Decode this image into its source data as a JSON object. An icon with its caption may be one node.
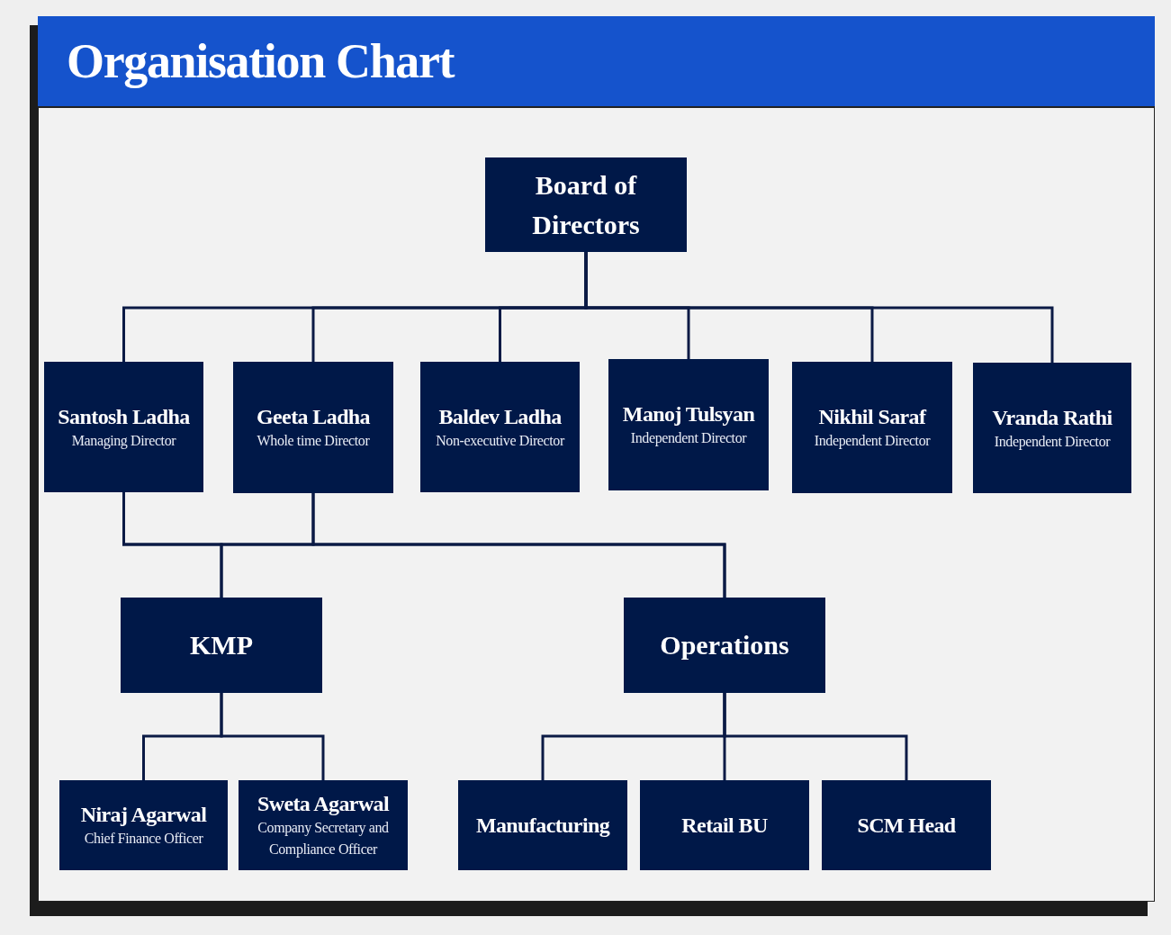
{
  "diagram": {
    "title": "Organisation Chart",
    "nodes": [
      {
        "text": [
          "Board of Directors"
        ]
      },
      {
        "text": [
          "Santosh Ladha",
          "Managing Director"
        ]
      },
      {
        "text": [
          "Geeta Ladha",
          "Whole time Director"
        ]
      },
      {
        "text": [
          "Baldev Ladha",
          "Non-executive Director"
        ]
      },
      {
        "text": [
          "Manoj Tulsyan",
          "Independent Director"
        ]
      },
      {
        "text": [
          "Nikhil Saraf",
          "Independent Director"
        ]
      },
      {
        "text": [
          "Vranda Rathi",
          "Independent Director"
        ]
      },
      {
        "text": [
          "KMP"
        ]
      },
      {
        "text": [
          "Operations"
        ]
      },
      {
        "text": [
          "Niraj Agarwal",
          "Chief Finance Officer"
        ]
      },
      {
        "text": [
          "Sweta Agarwal",
          "Company Secretary and Compliance Officer"
        ]
      },
      {
        "text": [
          "Manufacturing"
        ]
      },
      {
        "text": [
          "Retail BU"
        ]
      },
      {
        "text": [
          "SCM Head"
        ]
      }
    ],
    "edges": [
      {
        "from": 0,
        "to": 1,
        "arrow": "none"
      },
      {
        "from": 0,
        "to": 2,
        "arrow": "none"
      },
      {
        "from": 0,
        "to": 3,
        "arrow": "none"
      },
      {
        "from": 0,
        "to": 4,
        "arrow": "none"
      },
      {
        "from": 0,
        "to": 5,
        "arrow": "none"
      },
      {
        "from": 0,
        "to": 6,
        "arrow": "none"
      },
      {
        "from": 1,
        "to": 7,
        "arrow": "none"
      },
      {
        "from": 1,
        "to": 8,
        "arrow": "none"
      },
      {
        "from": 2,
        "to": 7,
        "arrow": "none"
      },
      {
        "from": 2,
        "to": 8,
        "arrow": "none"
      },
      {
        "from": 7,
        "to": 9,
        "arrow": "none"
      },
      {
        "from": 7,
        "to": 10,
        "arrow": "none"
      },
      {
        "from": 8,
        "to": 11,
        "arrow": "none"
      },
      {
        "from": 8,
        "to": 12,
        "arrow": "none"
      },
      {
        "from": 8,
        "to": 13,
        "arrow": "none"
      }
    ]
  }
}
